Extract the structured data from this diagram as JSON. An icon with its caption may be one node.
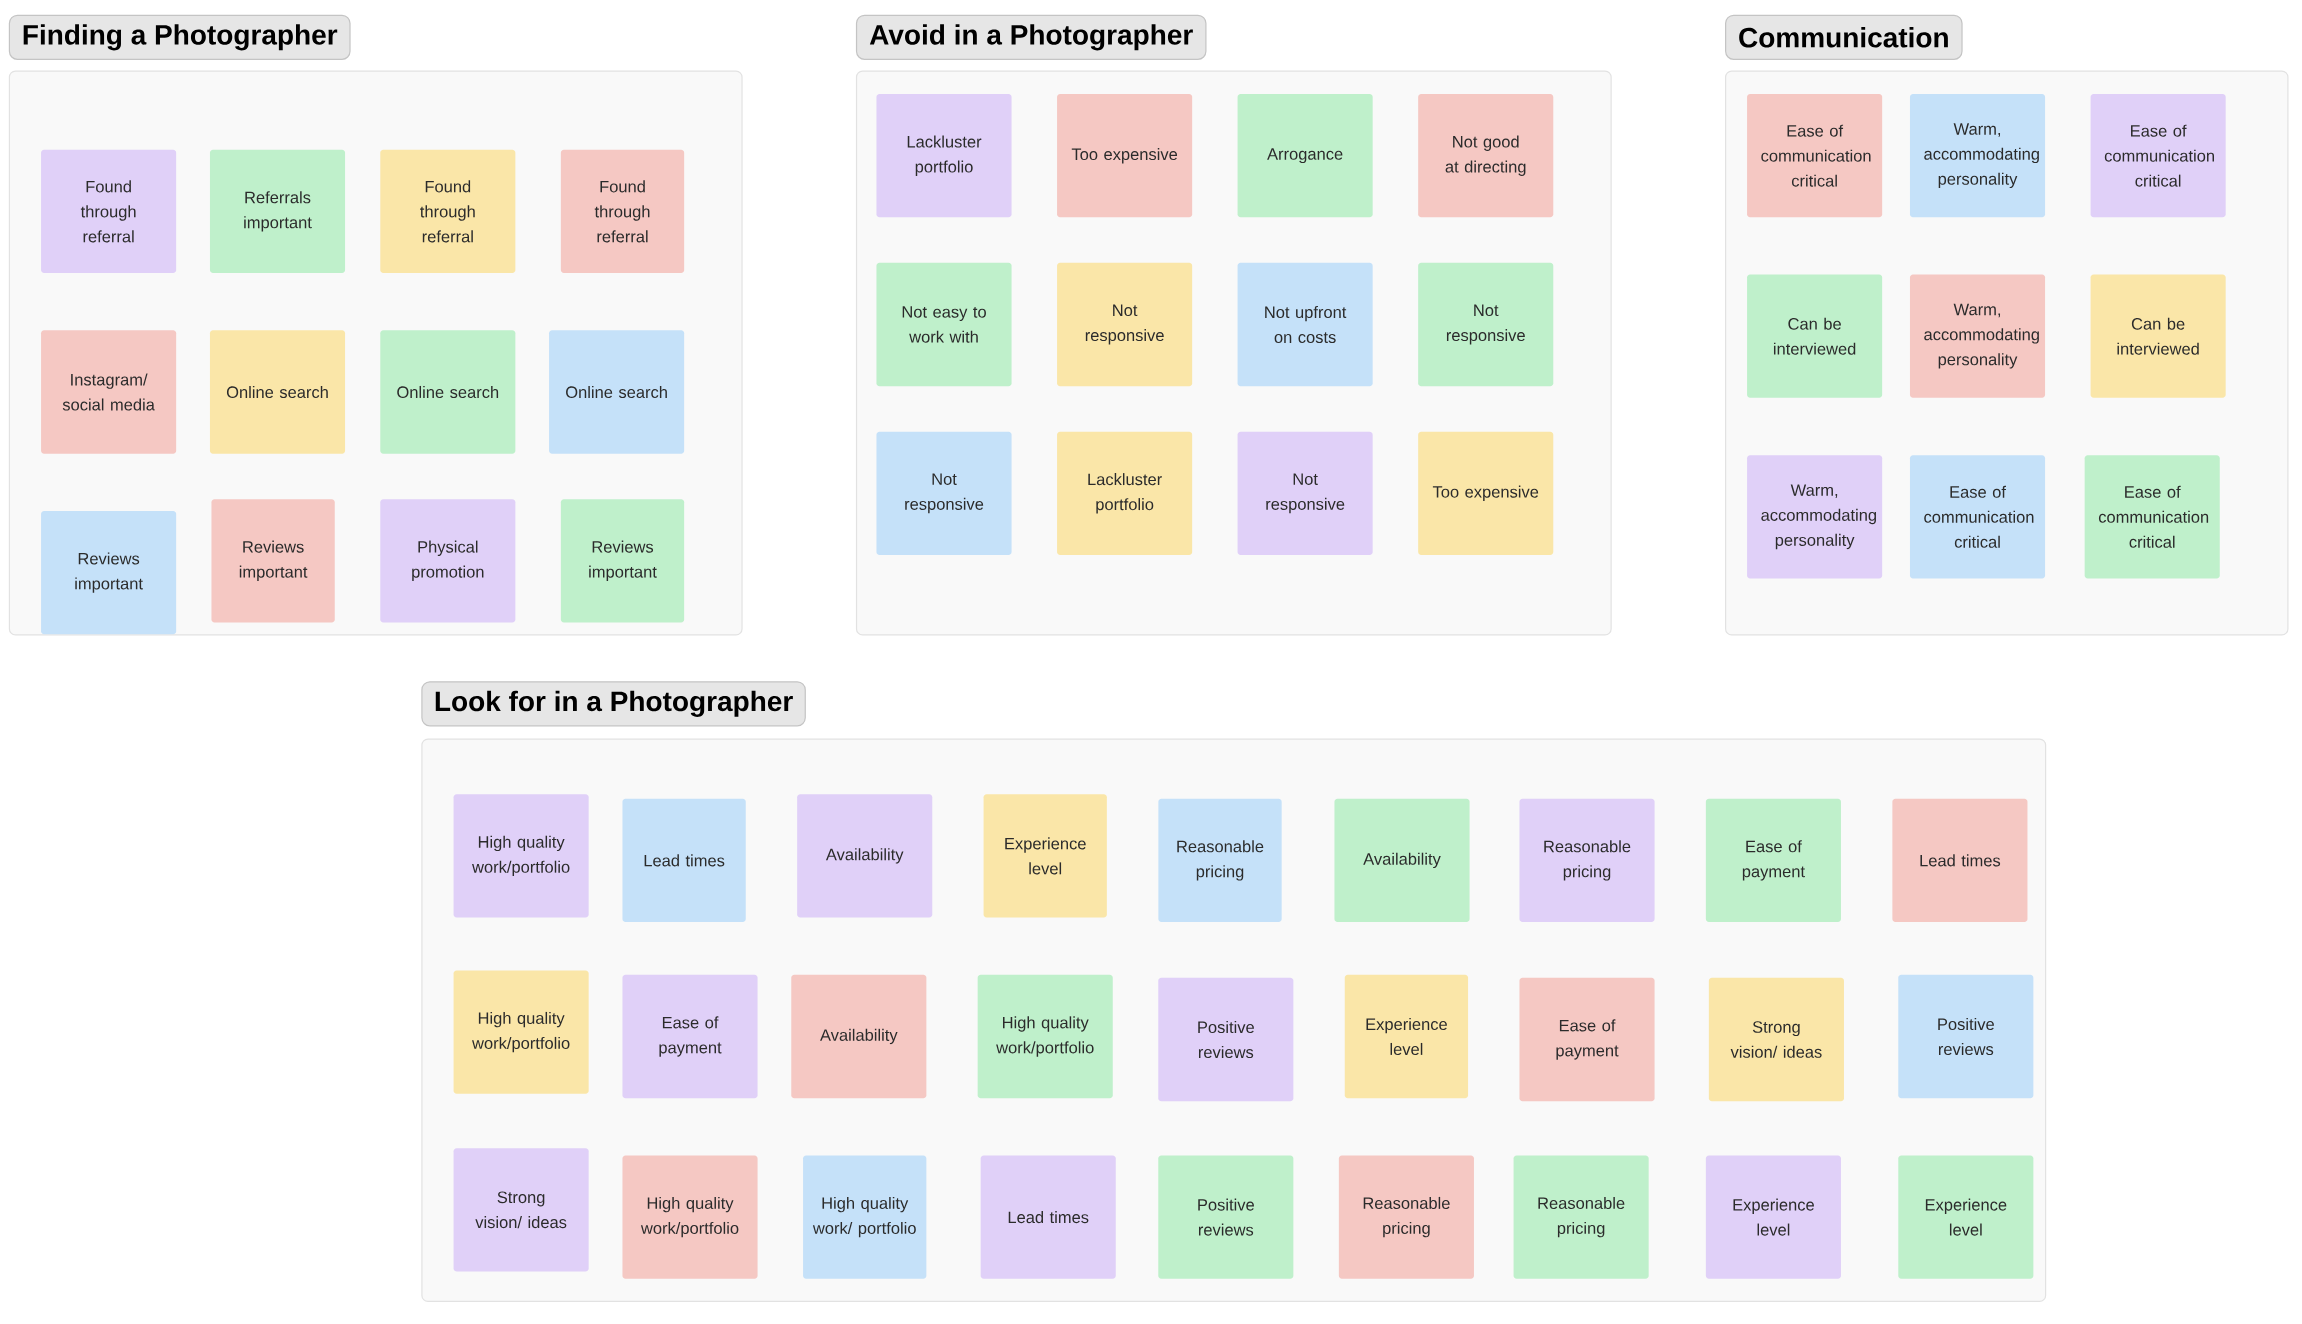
{
  "diagram": {
    "nodes": [
      {
        "text": [
          "Finding a Photographer"
        ]
      },
      {
        "text": [
          "Found through referral"
        ],
        "in": 0
      },
      {
        "text": [
          "Referrals important"
        ],
        "in": 0
      },
      {
        "text": [
          "Found through referral"
        ],
        "in": 0
      },
      {
        "text": [
          "Found through referral"
        ],
        "in": 0
      },
      {
        "text": [
          "Instagram/ social media"
        ],
        "in": 0
      },
      {
        "text": [
          "Online search"
        ],
        "in": 0
      },
      {
        "text": [
          "Online search"
        ],
        "in": 0
      },
      {
        "text": [
          "Online search"
        ],
        "in": 0
      },
      {
        "text": [
          "Reviews important"
        ],
        "in": 0
      },
      {
        "text": [
          "Reviews important"
        ],
        "in": 0
      },
      {
        "text": [
          "Physical promotion"
        ],
        "in": 0
      },
      {
        "text": [
          "Reviews important"
        ],
        "in": 0
      },
      {
        "text": [
          "Avoid in a Photographer"
        ]
      },
      {
        "text": [
          "Lackluster portfolio"
        ],
        "in": 13
      },
      {
        "text": [
          "Too expensive"
        ],
        "in": 13
      },
      {
        "text": [
          "Arrogance"
        ],
        "in": 13
      },
      {
        "text": [
          "Not good at directing"
        ],
        "in": 13
      },
      {
        "text": [
          "Not easy to work with"
        ],
        "in": 13
      },
      {
        "text": [
          "Not responsive"
        ],
        "in": 13
      },
      {
        "text": [
          "Not upfront on costs"
        ],
        "in": 13
      },
      {
        "text": [
          "Not responsive"
        ],
        "in": 13
      },
      {
        "text": [
          "Not responsive"
        ],
        "in": 13
      },
      {
        "text": [
          "Lackluster portfolio"
        ],
        "in": 13
      },
      {
        "text": [
          "Not responsive"
        ],
        "in": 13
      },
      {
        "text": [
          "Too expensive"
        ],
        "in": 13
      },
      {
        "text": [
          "Communication"
        ]
      },
      {
        "text": [
          "Ease of communication critical"
        ],
        "in": 26
      },
      {
        "text": [
          "Warm, accommodating personality"
        ],
        "in": 26
      },
      {
        "text": [
          "Ease of communication critical"
        ],
        "in": 26
      },
      {
        "text": [
          "Can be interviewed"
        ],
        "in": 26
      },
      {
        "text": [
          "Warm, accommodating personality"
        ],
        "in": 26
      },
      {
        "text": [
          "Can be interviewed"
        ],
        "in": 26
      },
      {
        "text": [
          "Warm, accommodating personality"
        ],
        "in": 26
      },
      {
        "text": [
          "Ease of communication critical"
        ],
        "in": 26
      },
      {
        "text": [
          "Ease of communication critical"
        ],
        "in": 26
      },
      {
        "text": [
          "Look for in a Photographer"
        ]
      },
      {
        "text": [
          "High quality work/portfolio"
        ],
        "in": 36
      },
      {
        "text": [
          "Lead times"
        ],
        "in": 36
      },
      {
        "text": [
          "Availability"
        ],
        "in": 36
      },
      {
        "text": [
          "Experience level"
        ],
        "in": 36
      },
      {
        "text": [
          "Reasonable pricing"
        ],
        "in": 36
      },
      {
        "text": [
          "Availability"
        ],
        "in": 36
      },
      {
        "text": [
          "Reasonable pricing"
        ],
        "in": 36
      },
      {
        "text": [
          "Ease of payment"
        ],
        "in": 36
      },
      {
        "text": [
          "Lead times"
        ],
        "in": 36
      },
      {
        "text": [
          "High quality work/portfolio"
        ],
        "in": 36
      },
      {
        "text": [
          "Ease of payment"
        ],
        "in": 36
      },
      {
        "text": [
          "Availability"
        ],
        "in": 36
      },
      {
        "text": [
          "High quality work/portfolio"
        ],
        "in": 36
      },
      {
        "text": [
          "Positive reviews"
        ],
        "in": 36
      },
      {
        "text": [
          "Experience level"
        ],
        "in": 36
      },
      {
        "text": [
          "Ease of payment"
        ],
        "in": 36
      },
      {
        "text": [
          "Strong vision/ ideas"
        ],
        "in": 36
      },
      {
        "text": [
          "Positive reviews"
        ],
        "in": 36
      },
      {
        "text": [
          "Strong vision/ ideas"
        ],
        "in": 36
      },
      {
        "text": [
          "High quality work/portfolio"
        ],
        "in": 36
      },
      {
        "text": [
          "High quality work/ portfolio"
        ],
        "in": 36
      },
      {
        "text": [
          "Lead times"
        ],
        "in": 36
      },
      {
        "text": [
          "Positive reviews"
        ],
        "in": 36
      },
      {
        "text": [
          "Reasonable pricing"
        ],
        "in": 36
      },
      {
        "text": [
          "Reasonable pricing"
        ],
        "in": 36
      },
      {
        "text": [
          "Experience level"
        ],
        "in": 36
      },
      {
        "text": [
          "Experience level"
        ],
        "in": 36
      }
    ]
  }
}
